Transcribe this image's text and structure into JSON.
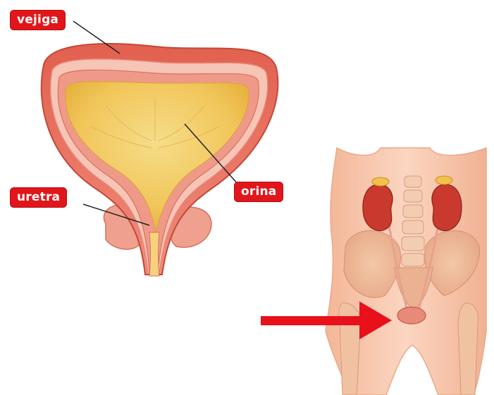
{
  "labels": {
    "bladder": "vejiga",
    "urethra": "uretra",
    "urine": "orina"
  },
  "colors": {
    "label_bg": "#e1161b",
    "label_text": "#ffffff",
    "arrow": "#e8101a",
    "urine": "#f3cd63",
    "bladder_wall": "#e77e6c",
    "skin": "#f7c3a6",
    "kidney": "#c9392d"
  }
}
